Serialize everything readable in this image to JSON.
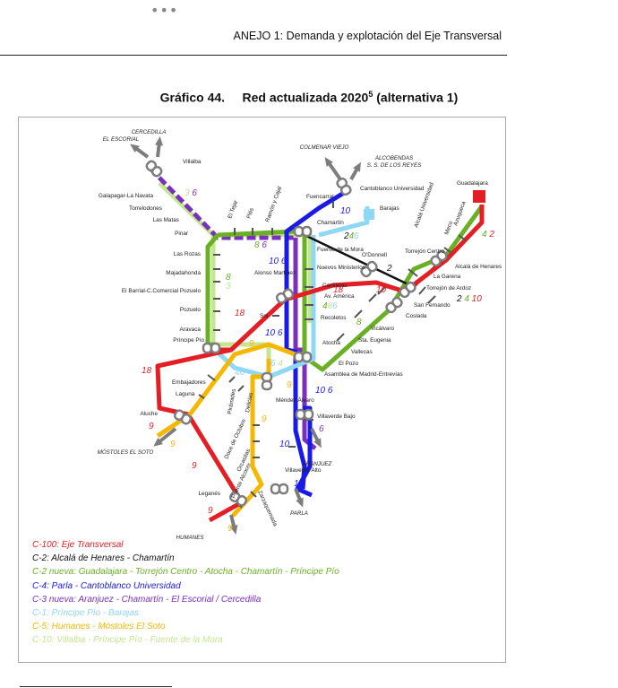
{
  "document": {
    "header": "ANEJO 1: Demanda y explotación del Eje Transversal",
    "figure_label": "Gráfico 44.",
    "figure_title": "Red actualizada 2020",
    "figure_sup": "5",
    "figure_suffix": " (alternativa 1)"
  },
  "colors": {
    "C100": "#e31e24",
    "C2": "#111111",
    "C2n": "#6ab023",
    "C4": "#1a1ae6",
    "C3n": "#7b2fbf",
    "C1": "#8fd7f2",
    "C5": "#f6b700",
    "C10": "#c4e68f",
    "node": "#ffffff",
    "arrow": "#7d7d7d"
  },
  "stations": [
    {
      "id": "villalba",
      "label": "Villalba"
    },
    {
      "id": "galapagar",
      "label": "Galapagar-La Navata"
    },
    {
      "id": "torrelodones",
      "label": "Torrelodones"
    },
    {
      "id": "lasmatas",
      "label": "Las Matas"
    },
    {
      "id": "pinar",
      "label": "Pinar"
    },
    {
      "id": "elpilar",
      "label": "El Tejar"
    },
    {
      "id": "pitis",
      "label": "Pitis"
    },
    {
      "id": "ramon",
      "label": "Ramón y Cajal"
    },
    {
      "id": "fuencarral",
      "label": "Fuencarral"
    },
    {
      "id": "cantoblanco",
      "label": "Cantoblanco Universidad"
    },
    {
      "id": "barajas",
      "label": "Barajas"
    },
    {
      "id": "chamartin",
      "label": "Chamartín"
    },
    {
      "id": "fuentemora",
      "label": "Fuente de la Mora"
    },
    {
      "id": "nuevosmin",
      "label": "Nuevos Ministerios"
    },
    {
      "id": "odonnell",
      "label": "O'Donnell"
    },
    {
      "id": "torrejoncentro",
      "label": "Torrejón Centro"
    },
    {
      "id": "alcalauniv",
      "label": "Alcalá Universidad"
    },
    {
      "id": "meco",
      "label": "Meco"
    },
    {
      "id": "azuqueca",
      "label": "Azuqueca"
    },
    {
      "id": "guadalajara",
      "label": "Guadalajara"
    },
    {
      "id": "alcalahenares",
      "label": "Alcalá de Henares"
    },
    {
      "id": "lagarena",
      "label": "La Garena"
    },
    {
      "id": "torrejonardoz",
      "label": "Torrejón de Ardoz"
    },
    {
      "id": "sanfernando",
      "label": "San Fernando"
    },
    {
      "id": "coslada",
      "label": "Coslada"
    },
    {
      "id": "canillejas",
      "label": "Canillejas"
    },
    {
      "id": "avamerica",
      "label": "Av. América"
    },
    {
      "id": "recoletos",
      "label": "Recoletos"
    },
    {
      "id": "atocha",
      "label": "Atocha"
    },
    {
      "id": "vicalvaro",
      "label": "Vicálvaro"
    },
    {
      "id": "staeugenia",
      "label": "Sta. Eugenia"
    },
    {
      "id": "vallecas",
      "label": "Vallecas"
    },
    {
      "id": "elpozo",
      "label": "El Pozo"
    },
    {
      "id": "asamblea",
      "label": "Asamblea de Madrid-Entrevías"
    },
    {
      "id": "lasrozas",
      "label": "Las Rozas"
    },
    {
      "id": "majadahonda",
      "label": "Majadahonda"
    },
    {
      "id": "elbarrial",
      "label": "El Barrial-C.Comercial Pozuelo"
    },
    {
      "id": "pozuelo",
      "label": "Pozuelo"
    },
    {
      "id": "aravaca",
      "label": "Aravaca"
    },
    {
      "id": "principepio",
      "label": "Príncipe Pío"
    },
    {
      "id": "alonsomartinez",
      "label": "Alonso Martínez"
    },
    {
      "id": "sol",
      "label": "Sol"
    },
    {
      "id": "embajadores",
      "label": "Embajadores"
    },
    {
      "id": "laguna",
      "label": "Laguna"
    },
    {
      "id": "aluche",
      "label": "Aluche"
    },
    {
      "id": "piramides",
      "label": "Pirámides"
    },
    {
      "id": "delicias",
      "label": "Delicias"
    },
    {
      "id": "mendezalvaro",
      "label": "Méndez Álvaro"
    },
    {
      "id": "villaverdebajo",
      "label": "Villaverde Bajo"
    },
    {
      "id": "docedeoctubre",
      "label": "Doce de Octubre"
    },
    {
      "id": "orcasitas",
      "label": "Orcasitas"
    },
    {
      "id": "puentealcocer",
      "label": "Puente Alcocer"
    },
    {
      "id": "villaverdealto",
      "label": "Villaverde Alto"
    },
    {
      "id": "zarzaquemada",
      "label": "Zarzaquemada"
    },
    {
      "id": "leganes",
      "label": "Leganés"
    }
  ],
  "destinations": [
    {
      "id": "cercedilla",
      "label": "CERCEDILLA"
    },
    {
      "id": "elescorial",
      "label": "EL ESCORIAL"
    },
    {
      "id": "colmenar",
      "label": "COLMENAR VIEJO"
    },
    {
      "id": "alcobendas1",
      "label": "ALCOBENDAS"
    },
    {
      "id": "alcobendas2",
      "label": "S. S. DE LOS REYES"
    },
    {
      "id": "mostoles",
      "label": "MÓSTOLES EL SOTO"
    },
    {
      "id": "aranjuez",
      "label": "ARANJUEZ"
    },
    {
      "id": "parla",
      "label": "PARLA"
    },
    {
      "id": "humanes",
      "label": "HUMANES"
    }
  ],
  "line_numbers": [
    {
      "id": "n36a",
      "parts": [
        {
          "t": "3",
          "c": "C10"
        },
        {
          "t": " 6",
          "c": "C3n"
        }
      ]
    },
    {
      "id": "n86a",
      "parts": [
        {
          "t": "8",
          "c": "C2n"
        },
        {
          "t": " 6",
          "c": "C3n"
        }
      ]
    },
    {
      "id": "n10a",
      "parts": [
        {
          "t": "10",
          "c": "C4"
        }
      ]
    },
    {
      "id": "n246a",
      "parts": [
        {
          "t": "2",
          "c": "C2"
        },
        {
          "t": "4",
          "c": "C2n"
        },
        {
          "t": "6",
          "c": "C1"
        }
      ]
    },
    {
      "id": "n106a",
      "parts": [
        {
          "t": "10 6",
          "c": "C4"
        }
      ]
    },
    {
      "id": "n8a",
      "parts": [
        {
          "t": "8",
          "c": "C2n"
        }
      ]
    },
    {
      "id": "n3a",
      "parts": [
        {
          "t": "3",
          "c": "C10"
        }
      ]
    },
    {
      "id": "n18a",
      "parts": [
        {
          "t": "18",
          "c": "C100"
        }
      ]
    },
    {
      "id": "n18b",
      "parts": [
        {
          "t": "18",
          "c": "C100"
        }
      ]
    },
    {
      "id": "n486",
      "parts": [
        {
          "t": "4",
          "c": "C2n"
        },
        {
          "t": "8",
          "c": "C10"
        },
        {
          "t": "6",
          "c": "C1"
        }
      ]
    },
    {
      "id": "n2a",
      "parts": [
        {
          "t": "2",
          "c": "C2"
        }
      ]
    },
    {
      "id": "n10b",
      "parts": [
        {
          "t": "10",
          "c": "C100"
        }
      ]
    },
    {
      "id": "n42a",
      "parts": [
        {
          "t": "4",
          "c": "C2n"
        },
        {
          "t": " 2",
          "c": "C100"
        }
      ]
    },
    {
      "id": "n2410",
      "parts": [
        {
          "t": "2",
          "c": "C2"
        },
        {
          "t": " 4",
          "c": "C2n"
        },
        {
          "t": " 10",
          "c": "C100"
        }
      ]
    },
    {
      "id": "n8b",
      "parts": [
        {
          "t": "8",
          "c": "C2n"
        }
      ]
    },
    {
      "id": "n106b",
      "parts": [
        {
          "t": "10 6",
          "c": "C4"
        }
      ]
    },
    {
      "id": "n9a",
      "parts": [
        {
          "t": "9",
          "c": "C5"
        }
      ]
    },
    {
      "id": "n18c",
      "parts": [
        {
          "t": "18",
          "c": "C100"
        }
      ]
    },
    {
      "id": "n64a",
      "parts": [
        {
          "t": "6",
          "c": "C1"
        },
        {
          "t": " 4",
          "c": "C10"
        }
      ]
    },
    {
      "id": "n46a",
      "parts": [
        {
          "t": "4",
          "c": "C1"
        },
        {
          "t": "6",
          "c": "C1"
        }
      ]
    },
    {
      "id": "n9b",
      "parts": [
        {
          "t": "9",
          "c": "C5"
        }
      ]
    },
    {
      "id": "n106c",
      "parts": [
        {
          "t": "10 6",
          "c": "C4"
        }
      ]
    },
    {
      "id": "n9c",
      "parts": [
        {
          "t": "9",
          "c": "C100"
        }
      ]
    },
    {
      "id": "n9d",
      "parts": [
        {
          "t": "9",
          "c": "C5"
        }
      ]
    },
    {
      "id": "n9e",
      "parts": [
        {
          "t": "9",
          "c": "C100"
        }
      ]
    },
    {
      "id": "n6a",
      "parts": [
        {
          "t": "6",
          "c": "C3n"
        }
      ]
    },
    {
      "id": "n10c",
      "parts": [
        {
          "t": "10",
          "c": "C4"
        }
      ]
    },
    {
      "id": "n10d",
      "parts": [
        {
          "t": "10",
          "c": "C4"
        }
      ]
    },
    {
      "id": "n9f",
      "parts": [
        {
          "t": "9",
          "c": "C5"
        }
      ]
    },
    {
      "id": "n9g",
      "parts": [
        {
          "t": "9",
          "c": "C100"
        }
      ]
    },
    {
      "id": "n9h",
      "parts": [
        {
          "t": "9",
          "c": "C5"
        }
      ]
    }
  ],
  "legend": [
    {
      "text": "C-100: Eje Transversal",
      "color": "#e31e24"
    },
    {
      "text": "C-2: Alcalá de Henares - Chamartín",
      "color": "#111111"
    },
    {
      "text": "C-2 nueva: Guadalajara - Torrejón Centro - Atocha - Chamartín - Príncipe Pío",
      "color": "#6ab023"
    },
    {
      "text": "C-4: Parla - Cantoblanco Universidad",
      "color": "#1a1ae6"
    },
    {
      "text": "C-3 nueva: Aranjuez - Chamartín - El Escorial / Cercedilla",
      "color": "#7b2fbf"
    },
    {
      "text": "C-1: Príncipe Pío - Barajas",
      "color": "#8fd7f2"
    },
    {
      "text": "C-5: Humanes - Móstoles El Soto",
      "color": "#f6b700"
    },
    {
      "text": "C-10: Villalba - Príncipe Pío - Fuente de la Mora",
      "color": "#c4e68f"
    }
  ]
}
